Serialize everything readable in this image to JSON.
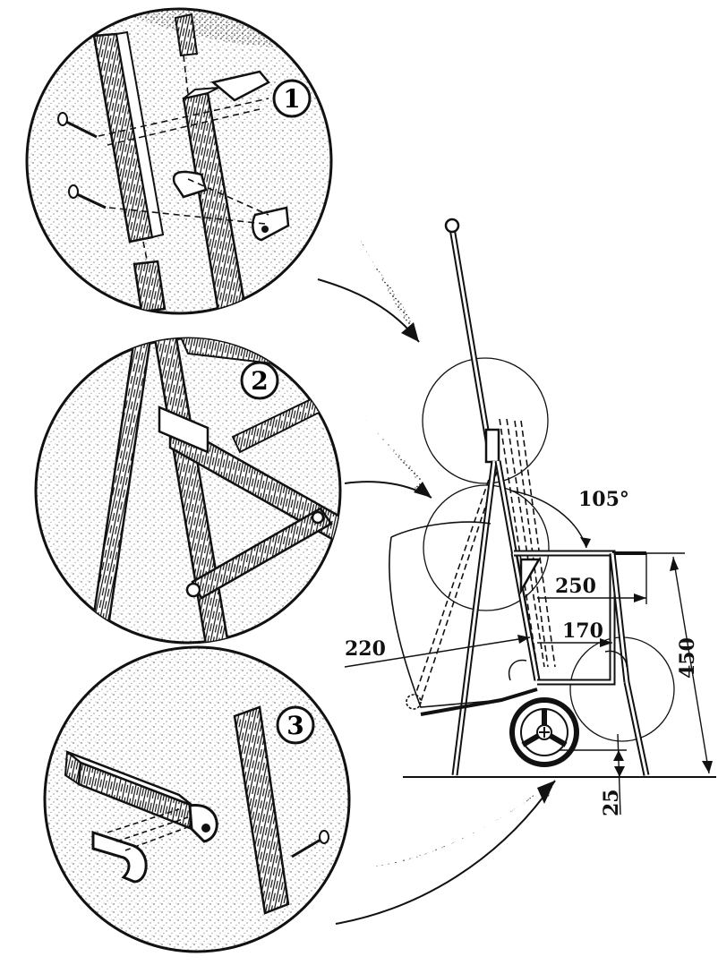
{
  "callouts": {
    "c1": "1",
    "c2": "2",
    "c3": "3"
  },
  "dimensions": {
    "angle": "105°",
    "d250": "250",
    "d170": "170",
    "d220": "220",
    "d450": "450",
    "d25": "25"
  },
  "colors": {
    "ink": "#111111",
    "stipple": "#2a2a2a",
    "paper": "#ffffff"
  }
}
